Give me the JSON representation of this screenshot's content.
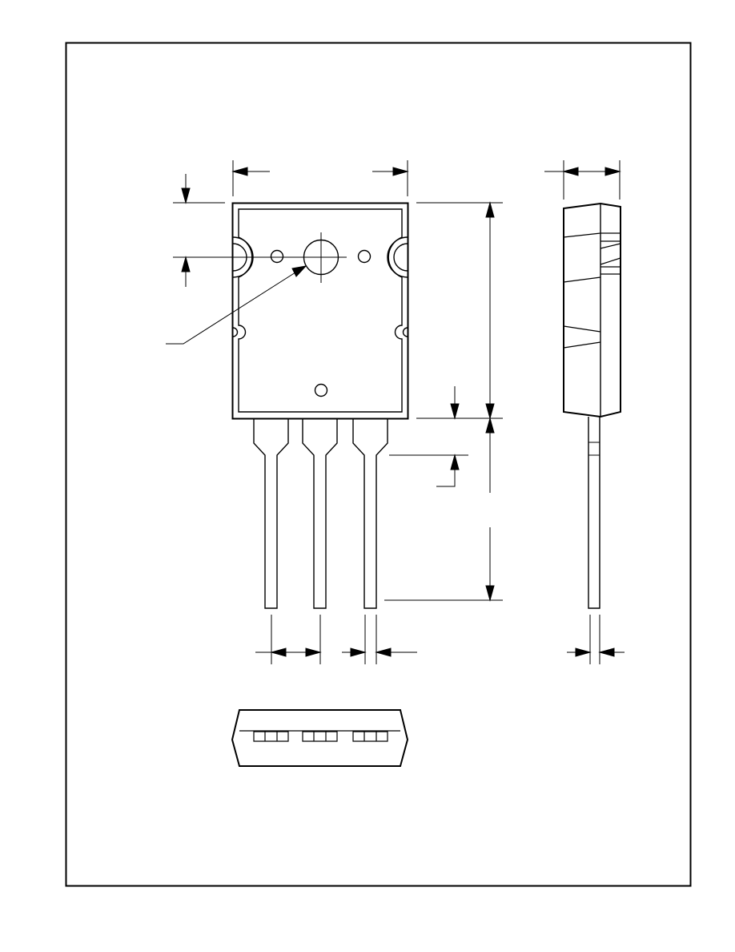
{
  "colors": {
    "ink": "#000000",
    "paper": "#ffffff"
  },
  "drawing": {
    "views": [
      "front-view",
      "side-view",
      "bottom-view"
    ],
    "front_view": {
      "lead_count": 3,
      "body_holes": 4
    },
    "side_view": {
      "lead_count": 1
    },
    "bottom_view": {
      "lead_pad_groups": 3
    }
  }
}
